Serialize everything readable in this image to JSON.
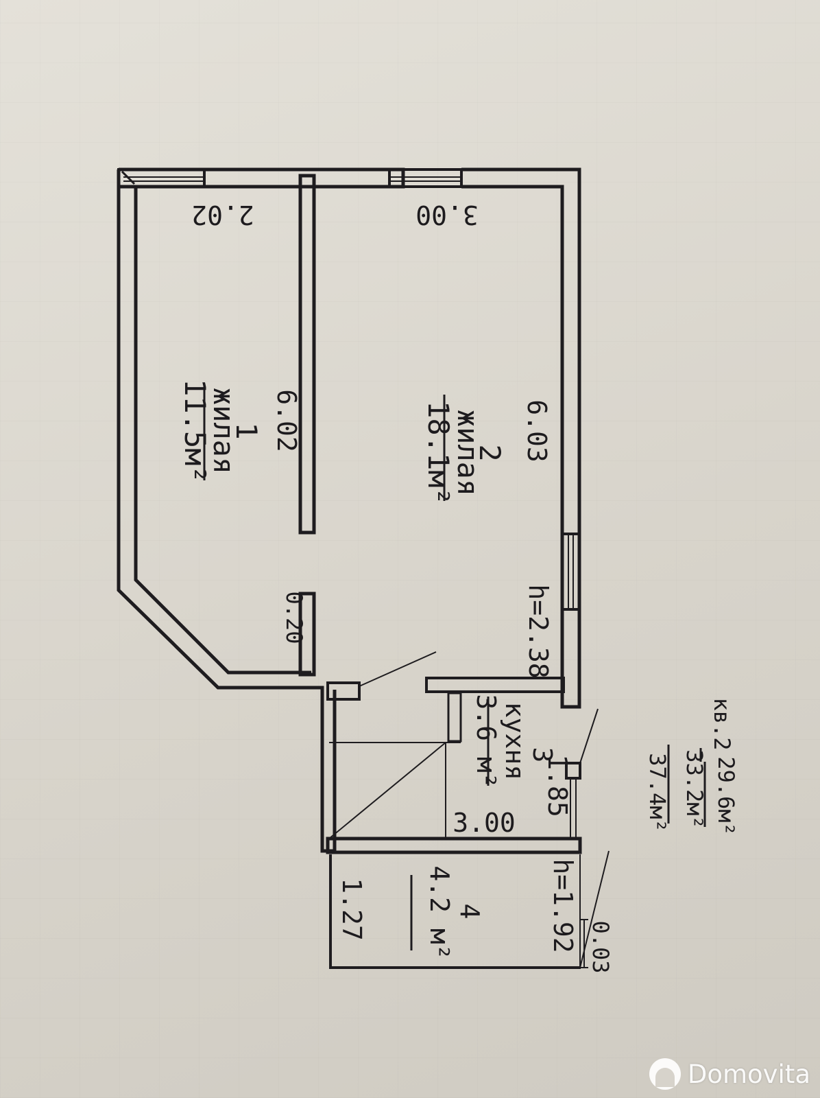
{
  "floor_plan": {
    "rooms": [
      {
        "number": "1",
        "type": "жилая",
        "area": "11.5м²",
        "length": "6.02",
        "width": "2.02"
      },
      {
        "number": "2",
        "type": "жилая",
        "area": "18.1м²",
        "length": "6.03",
        "width": "3.00",
        "height": "h=2.38"
      },
      {
        "number": "3",
        "type": "кухня",
        "area": "3.6 м²",
        "length": "3.00",
        "width": "1.85"
      },
      {
        "number": "4",
        "area": "4.2 м²",
        "width": "1.27",
        "height": "h=1.92"
      }
    ],
    "wall_thickness_labels": [
      "0.20",
      "0.03"
    ],
    "apartment": {
      "label": "кв.2",
      "areas": [
        "29.6м²",
        "33.2м²",
        "37.4м²"
      ]
    }
  },
  "watermark": {
    "text": "Domovita",
    "icon": "domovita-logo-icon"
  }
}
